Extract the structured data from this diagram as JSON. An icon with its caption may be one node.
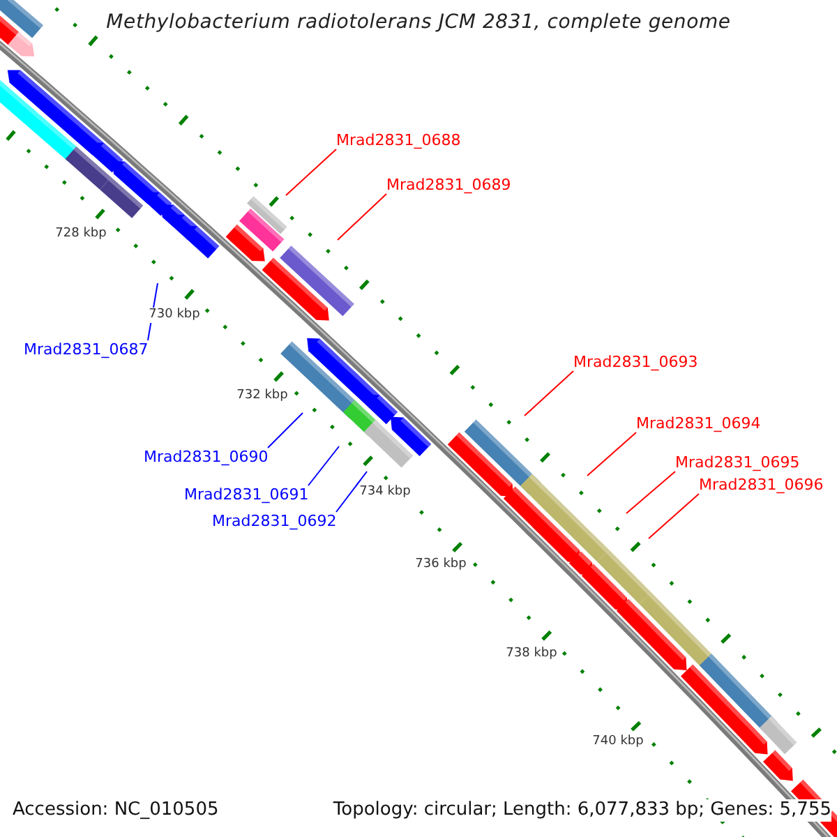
{
  "diagram": {
    "title": "Methylobacterium radiotolerans JCM 2831, complete genome",
    "nodes": [
      {
        "text": [
          "Mrad2831_0687"
        ]
      },
      {
        "text": [
          "Mrad2831_0688"
        ]
      },
      {
        "text": [
          "Mrad2831_0689"
        ]
      },
      {
        "text": [
          "Mrad2831_0690"
        ]
      },
      {
        "text": [
          "Mrad2831_0691"
        ]
      },
      {
        "text": [
          "Mrad2831_0692"
        ]
      },
      {
        "text": [
          "Mrad2831_0693"
        ]
      },
      {
        "text": [
          "Mrad2831_0694"
        ]
      },
      {
        "text": [
          "Mrad2831_0695"
        ]
      },
      {
        "text": [
          "Mrad2831_0696"
        ]
      }
    ],
    "edges": [
      {
        "from": 0,
        "to": null,
        "arrow": "none",
        "color": "#0000ff"
      },
      {
        "from": 1,
        "to": null,
        "arrow": "none"
      },
      {
        "from": 2,
        "to": null,
        "arrow": "none"
      },
      {
        "from": 3,
        "to": null,
        "arrow": "none",
        "color": "#0000ff"
      },
      {
        "from": 4,
        "to": null,
        "arrow": "none",
        "color": "#0000ff"
      },
      {
        "from": 5,
        "to": null,
        "arrow": "none",
        "color": "#0000ff"
      },
      {
        "from": 6,
        "to": null,
        "arrow": "none"
      },
      {
        "from": 7,
        "to": null,
        "arrow": "none"
      },
      {
        "from": 8,
        "to": null,
        "arrow": "none"
      },
      {
        "from": 9,
        "to": null,
        "arrow": "none"
      }
    ],
    "labels": [
      "728 kbp",
      "730 kbp",
      "732 kbp",
      "734 kbp",
      "736 kbp",
      "738 kbp",
      "740 kbp",
      "Accession: NC_010505",
      "Topology: circular; Length: 6,077,833 bp; Genes: 5,755"
    ]
  }
}
